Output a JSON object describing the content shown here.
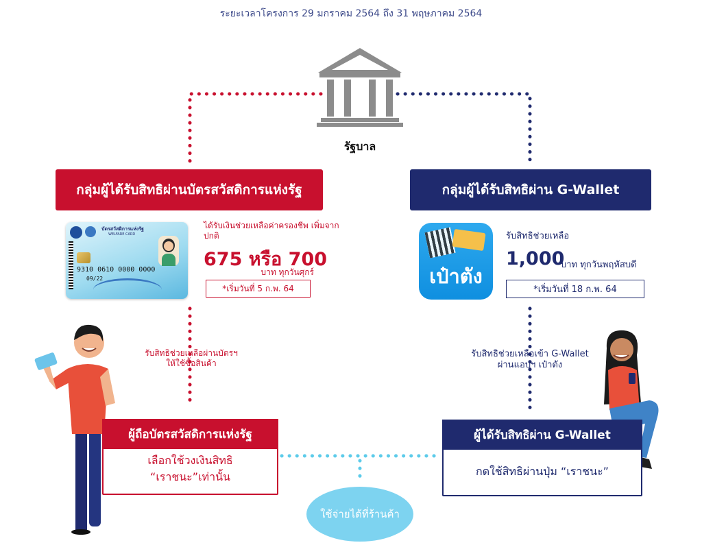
{
  "period": "ระยะเวลาโครงการ 29 มกราคม 2564 ถึง 31 พฤษภาคม 2564",
  "government": {
    "label": "รัฐบาล",
    "icon": "bank-building-icon"
  },
  "left_group": {
    "banner": "กลุ่มผู้ได้รับสิทธิผ่านบัตรสวัสดิการแห่งรัฐ",
    "card": {
      "icon": "state-welfare-card-icon",
      "title": "บัตรสวัสดิการแห่งรัฐ",
      "subtitle": "WELFARE CARD",
      "number": "9310 0610 0000 0000",
      "expiry": "09/22"
    },
    "desc": "ได้รับเงินช่วยเหลือค่าครองชีพ เพิ่มจากปกติ",
    "amount": "675 หรือ 700",
    "unit": "บาท ทุกวันศุกร์",
    "start": "*เริ่มวันที่ 5 ก.พ. 64",
    "mid_text_1": "รับสิทธิช่วยเหลือผ่านบัตรฯ",
    "mid_text_2": "ให้ใช้ซื้อสินค้า",
    "box_title": "ผู้ถือบัตรสวัสดิการแห่งรัฐ",
    "box_line_1": "เลือกใช้วงเงินสิทธิ",
    "box_line_2": "“เราชนะ”เท่านั้น"
  },
  "right_group": {
    "banner": "กลุ่มผู้ได้รับสิทธิผ่าน G-Wallet",
    "app": {
      "icon": "paotang-app-icon",
      "name": "เป๋าตัง"
    },
    "desc": "รับสิทธิช่วยเหลือ",
    "amount": "1,000",
    "unit": "บาท ทุกวันพฤหัสบดี",
    "start": "*เริ่มวันที่ 18 ก.พ. 64",
    "mid_text_1": "รับสิทธิช่วยเหลือเข้า G-Wallet",
    "mid_text_2": "ผ่านแอปฯ เป๋าตัง",
    "box_title": "ผู้ได้รับสิทธิผ่าน G-Wallet",
    "box_line_1": "กดใช้สิทธิผ่านปุ่ม “เราชนะ”"
  },
  "shop": "ใช้จ่ายได้ที่ร้านค้า",
  "colors": {
    "red": "#c8102e",
    "navy": "#1f2a6e",
    "cyan": "#5ccbea",
    "shop_bubble": "#7dd3f0"
  }
}
